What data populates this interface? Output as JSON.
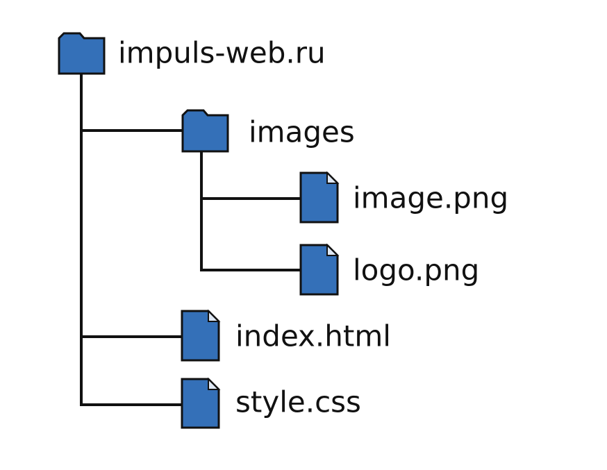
{
  "tree": {
    "root": {
      "name": "impuls-web.ru",
      "type": "folder",
      "icon": "folder-icon",
      "children": [
        {
          "name": "images",
          "type": "folder",
          "icon": "folder-icon",
          "children": [
            {
              "name": "image.png",
              "type": "file",
              "icon": "file-icon"
            },
            {
              "name": "logo.png",
              "type": "file",
              "icon": "file-icon"
            }
          ]
        },
        {
          "name": "index.html",
          "type": "file",
          "icon": "file-icon"
        },
        {
          "name": "style.css",
          "type": "file",
          "icon": "file-icon"
        }
      ]
    }
  },
  "colors": {
    "icon_fill": "#3470b8",
    "outline": "#111111",
    "text": "#111111",
    "background": "#ffffff"
  }
}
